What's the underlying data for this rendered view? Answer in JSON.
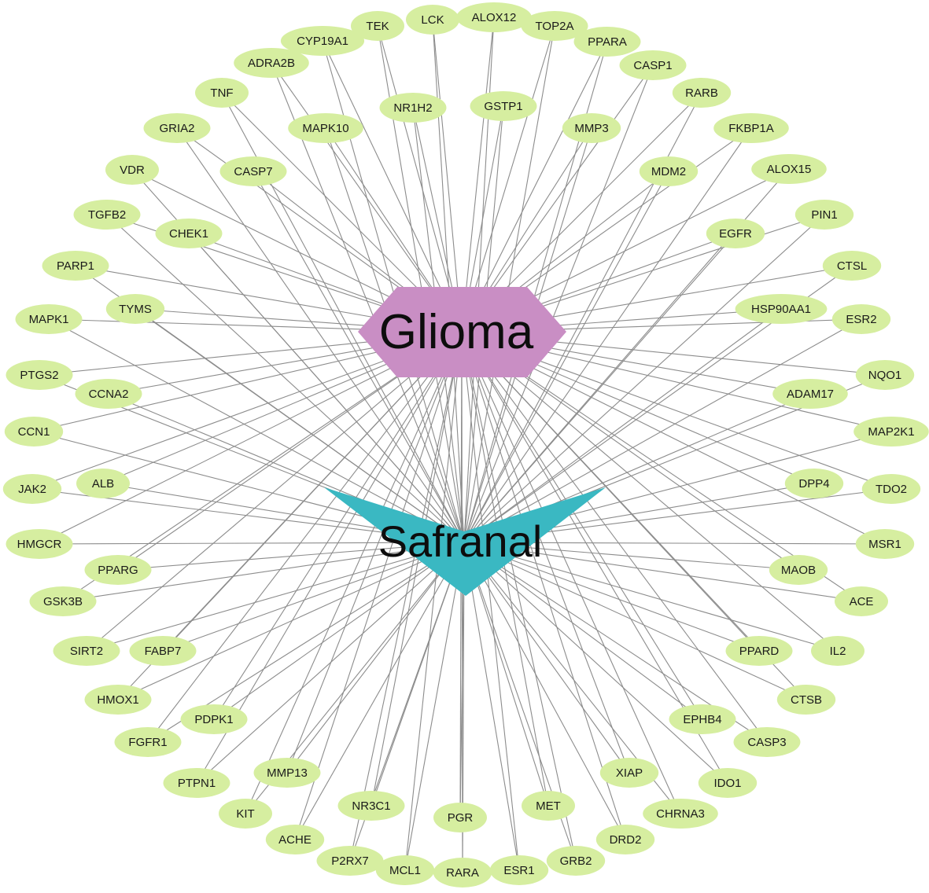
{
  "hubs": {
    "glioma": {
      "label": "Glioma",
      "color": "#c98ec4",
      "shape": "hexagon"
    },
    "safranal": {
      "label": "Safranal",
      "color": "#3ab8c2",
      "shape": "v-arrow"
    }
  },
  "node_color": "#d6eea0",
  "edge_color": "#8c8c8c",
  "targets": [
    "TEK",
    "LCK",
    "ALOX12",
    "TOP2A",
    "CYP19A1",
    "PPARA",
    "ADRA2B",
    "CASP1",
    "TNF",
    "NR1H2",
    "GSTP1",
    "RARB",
    "MAPK10",
    "MMP3",
    "GRIA2",
    "FKBP1A",
    "VDR",
    "CASP7",
    "MDM2",
    "ALOX15",
    "TGFB2",
    "CHEK1",
    "PIN1",
    "EGFR",
    "PARP1",
    "CTSL",
    "TYMS",
    "HSP90AA1",
    "MAPK1",
    "ESR2",
    "PTGS2",
    "NQO1",
    "CCNA2",
    "ADAM17",
    "CCN1",
    "MAP2K1",
    "JAK2",
    "ALB",
    "DPP4",
    "TDO2",
    "HMGCR",
    "MSR1",
    "PPARG",
    "MAOB",
    "GSK3B",
    "ACE",
    "SIRT2",
    "FABP7",
    "PPARD",
    "IL2",
    "HMOX1",
    "CTSB",
    "PDPK1",
    "EPHB4",
    "FGFR1",
    "CASP3",
    "PTPN1",
    "MMP13",
    "XIAP",
    "IDO1",
    "KIT",
    "NR3C1",
    "PGR",
    "MET",
    "CHRNA3",
    "ACHE",
    "DRD2",
    "P2RX7",
    "GRB2",
    "MCL1",
    "ESR1",
    "RARA"
  ]
}
